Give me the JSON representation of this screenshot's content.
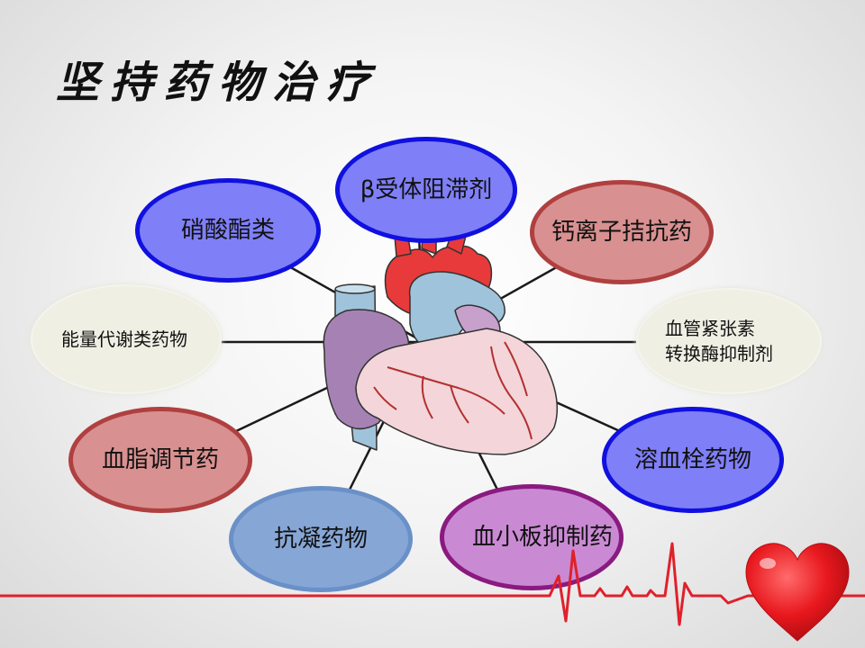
{
  "title": "坚持药物治疗",
  "nodes": {
    "beta_blocker": "β受体阻滞剂",
    "nitrates": "硝酸酯类",
    "calcium_antagonist": "钙离子拮抗药",
    "energy_metabolism": "能量代谢类药物",
    "acei_line1": "血管紧张素",
    "acei_line2": "转换酶抑制剂",
    "lipid_regulating": "血脂调节药",
    "thrombolytic": "溶血栓药物",
    "anticoagulant": "抗凝药物",
    "antiplatelet": "血小板抑制药"
  },
  "colors": {
    "blue_fill": "#7f7ff7",
    "blue_border": "#1010e0",
    "pink_fill": "#d99090",
    "pink_border": "#b04040",
    "cream_fill": "#f0efe4",
    "steel_fill": "#86a6d6",
    "purple_fill": "#c98ad3",
    "purple_border": "#8a1a80",
    "ecg_line": "#e0202a",
    "heart_icon": "#e8181e"
  },
  "icons": [
    "anatomical-heart-illustration",
    "heart-icon",
    "ecg-line"
  ]
}
